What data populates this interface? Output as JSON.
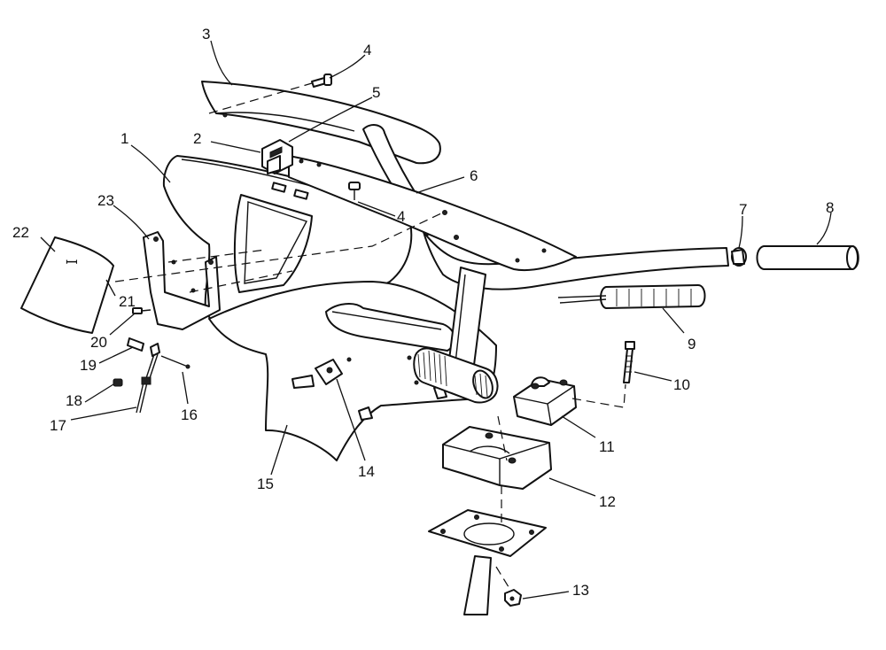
{
  "callouts": {
    "c1": "1",
    "c2": "2",
    "c3": "3",
    "c4a": "4",
    "c4b": "4",
    "c5": "5",
    "c6": "6",
    "c7": "7",
    "c8": "8",
    "c9": "9",
    "c10": "10",
    "c11": "11",
    "c12": "12",
    "c13": "13",
    "c14": "14",
    "c15": "15",
    "c16": "16",
    "c17": "17",
    "c18": "18",
    "c19": "19",
    "c20": "20",
    "c21": "21",
    "c22": "22",
    "c23": "23"
  },
  "decal_text": "ꟷ"
}
